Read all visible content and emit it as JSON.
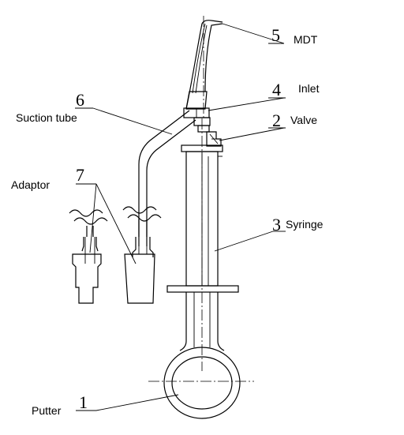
{
  "labels": [
    {
      "id": "mdt",
      "num": "5",
      "text": "MDT"
    },
    {
      "id": "inlet",
      "num": "4",
      "text": "Inlet"
    },
    {
      "id": "valve",
      "num": "2",
      "text": "Valve"
    },
    {
      "id": "suction",
      "num": "6",
      "text": "Suction tube"
    },
    {
      "id": "adaptor",
      "num": "7",
      "text": "Adaptor"
    },
    {
      "id": "syringe",
      "num": "3",
      "text": "Syringe"
    },
    {
      "id": "putter",
      "num": "1",
      "text": "Putter"
    }
  ]
}
